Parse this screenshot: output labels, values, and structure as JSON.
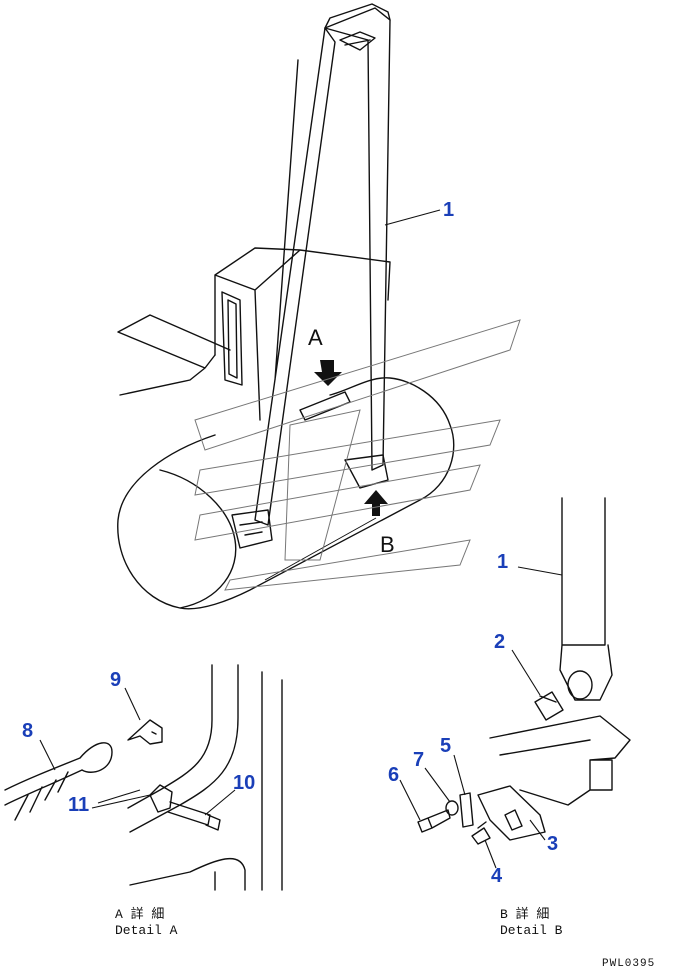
{
  "callouts": {
    "c1_main": "1",
    "c1_detail": "1",
    "c2": "2",
    "c3": "3",
    "c4": "4",
    "c5": "5",
    "c6": "6",
    "c7": "7",
    "c8": "8",
    "c9": "9",
    "c10": "10",
    "c11": "11"
  },
  "view_letters": {
    "a": "A",
    "b": "B"
  },
  "captions": {
    "detail_a_jp": "A 詳 細",
    "detail_a_en": "Detail A",
    "detail_b_jp": "B 詳 細",
    "detail_b_en": "Detail B"
  },
  "drawing_code": "PWL0395",
  "colors": {
    "callout": "#1a3fb8",
    "line": "#111111",
    "watermark": "#777777"
  }
}
